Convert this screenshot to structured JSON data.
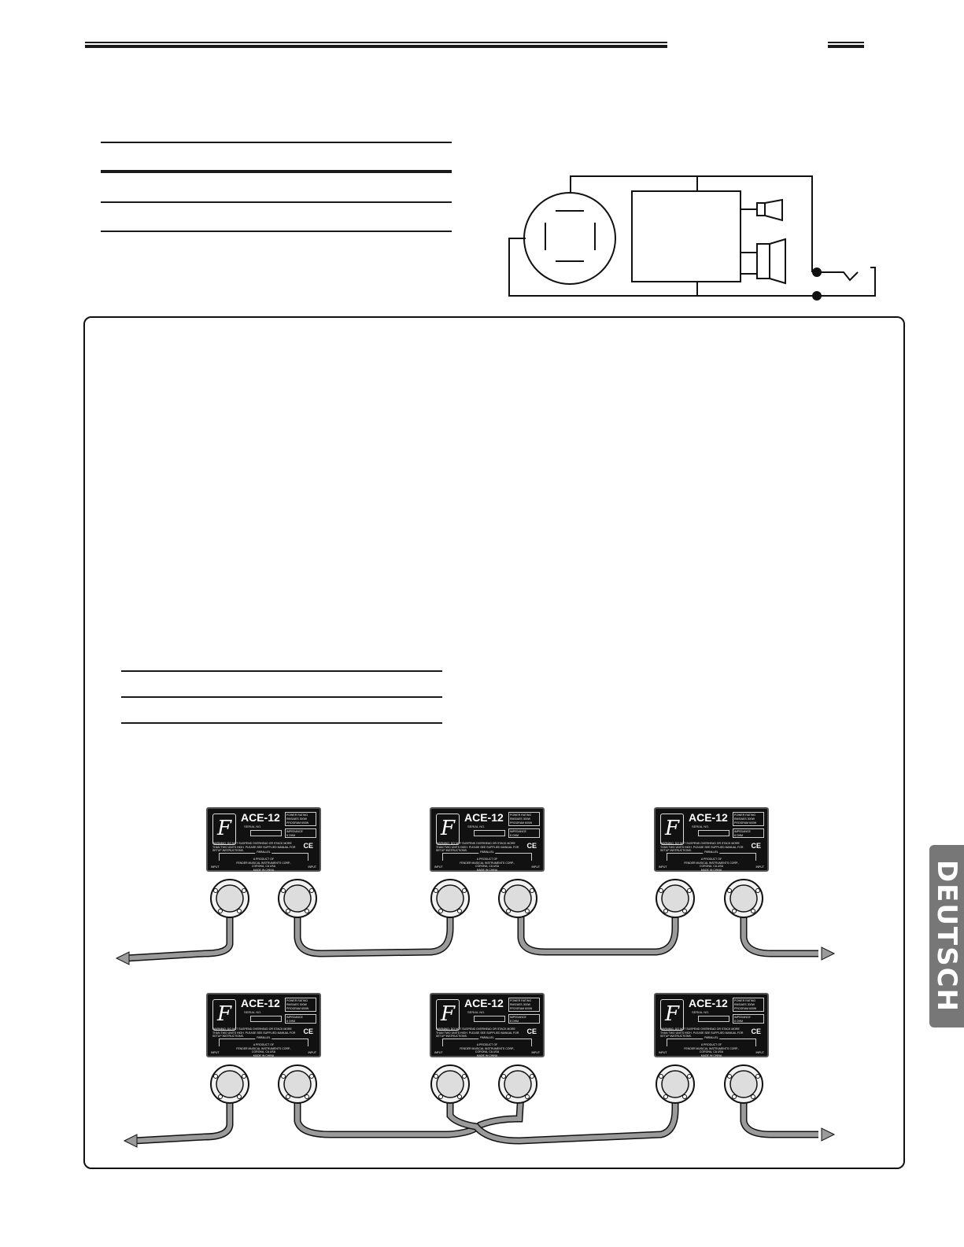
{
  "side_tab": {
    "label": "DEUTSCH"
  },
  "colors": {
    "ink": "#111111",
    "tab": "#777777",
    "cable": "#9a9a9a",
    "paper": "#ffffff"
  },
  "diagram_icons": [
    "woofer-icon",
    "crossover-box",
    "tweeter-icon",
    "midrange-horn-icon",
    "input-jack-icon"
  ],
  "panel_labels": [
    {
      "logo": "F",
      "model": "ACE-12",
      "serial": "SERIAL NO.",
      "power": "POWER RATING",
      "power_lines": [
        "RMS/AES 300W",
        "PROGRAM 600W"
      ],
      "impedance": "IMPEDANCE",
      "impedance_value": "8 OHM",
      "warning": "WARNING: DO NOT SUSPEND OVERHEAD OR STACK MORE THAN TWO UNITS HIGH. PLEASE SEE SUPPLIED MANUAL FOR SETUP INSTRUCTIONS.",
      "ce": "CE",
      "parallel": "PARALLEL",
      "product": [
        "A PRODUCT OF",
        "FENDER MUSICAL INSTRUMENTS CORP.,",
        "CORONA, CA USA",
        "MADE IN CHINA"
      ],
      "input": "INPUT"
    }
  ]
}
